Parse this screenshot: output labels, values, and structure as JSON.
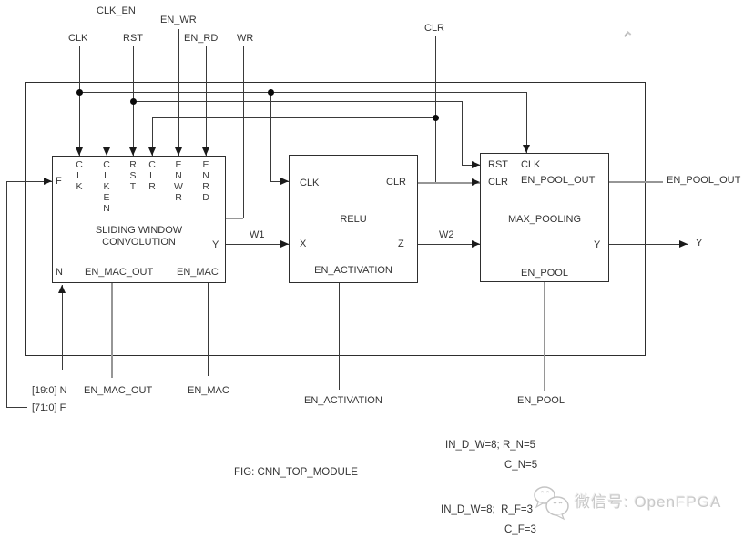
{
  "signals_top": {
    "clk": "CLK",
    "clk_en": "CLK_EN",
    "rst": "RST",
    "en_wr": "EN_WR",
    "en_rd": "EN_RD",
    "wr": "WR",
    "clr": "CLR"
  },
  "conv_block": {
    "title": "SLIDING WINDOW\nCONVOLUTION",
    "pin_f": "F",
    "pin_clk": "C\nL\nK",
    "pin_clken": "C\nL\nK\nE\nN",
    "pin_rst": "R\nS\nT",
    "pin_clr": "C\nL\nR",
    "pin_enwr": "E\nN\nW\nR",
    "pin_enrd": "E\nN\nR\nD",
    "pin_y": "Y",
    "pin_n": "N",
    "pin_en_mac_out": "EN_MAC_OUT",
    "pin_en_mac": "EN_MAC"
  },
  "relu_block": {
    "title": "RELU",
    "pin_clk": "CLK",
    "pin_clr": "CLR",
    "pin_x": "X",
    "pin_z": "Z",
    "pin_en_activation": "EN_ACTIVATION"
  },
  "pool_block": {
    "title": "MAX_POOLING",
    "pin_rst": "RST",
    "pin_clk": "CLK",
    "pin_clr": "CLR",
    "pin_en_pool_out": "EN_POOL_OUT",
    "pin_y": "Y",
    "pin_en_pool": "EN_POOL"
  },
  "wire_labels": {
    "w1": "W1",
    "w2": "W2",
    "y_out": "Y",
    "en_pool_out": "EN_POOL_OUT"
  },
  "bottom_ports": {
    "n": "[19:0] N",
    "en_mac_out": "EN_MAC_OUT",
    "en_mac": "EN_MAC",
    "f": "[71:0] F",
    "en_activation": "EN_ACTIVATION",
    "en_pool": "EN_POOL"
  },
  "caption": "FIG: CNN_TOP_MODULE",
  "parameters": {
    "line1": "IN_D_W=8; R_N=5",
    "line2": "C_N=5",
    "line3": "IN_D_W=8;  R_F=3",
    "line4": "C_F=3"
  },
  "watermark": {
    "text": "微信号: OpenFPGA"
  },
  "colors": {
    "line": "#3a3a3a",
    "line_gray": "#969696",
    "text": "#343434",
    "watermark": "#c9c9c9"
  }
}
